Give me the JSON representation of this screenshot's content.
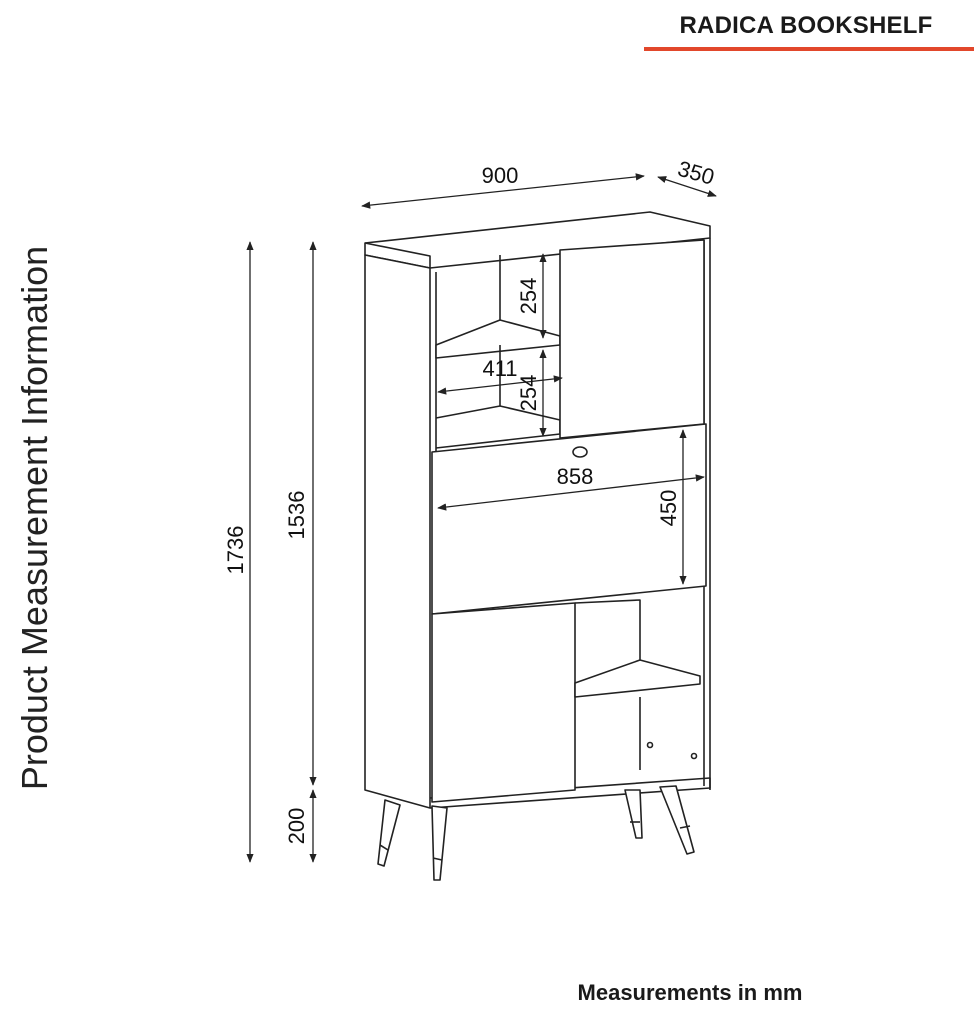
{
  "header": {
    "title": "RADICA BOOKSHELF"
  },
  "side_label": "Product Measurement Information",
  "footer": "Measurements in mm",
  "dimensions": {
    "width": "900",
    "depth": "350",
    "total_height": "1736",
    "body_height": "1536",
    "leg_height": "200",
    "upper_shelf_height_top": "254",
    "upper_shelf_height_bottom": "254",
    "upper_shelf_width": "411",
    "flap_width": "858",
    "flap_height": "450"
  },
  "colors": {
    "accent_rule": "#e2472b",
    "line": "#222222"
  }
}
